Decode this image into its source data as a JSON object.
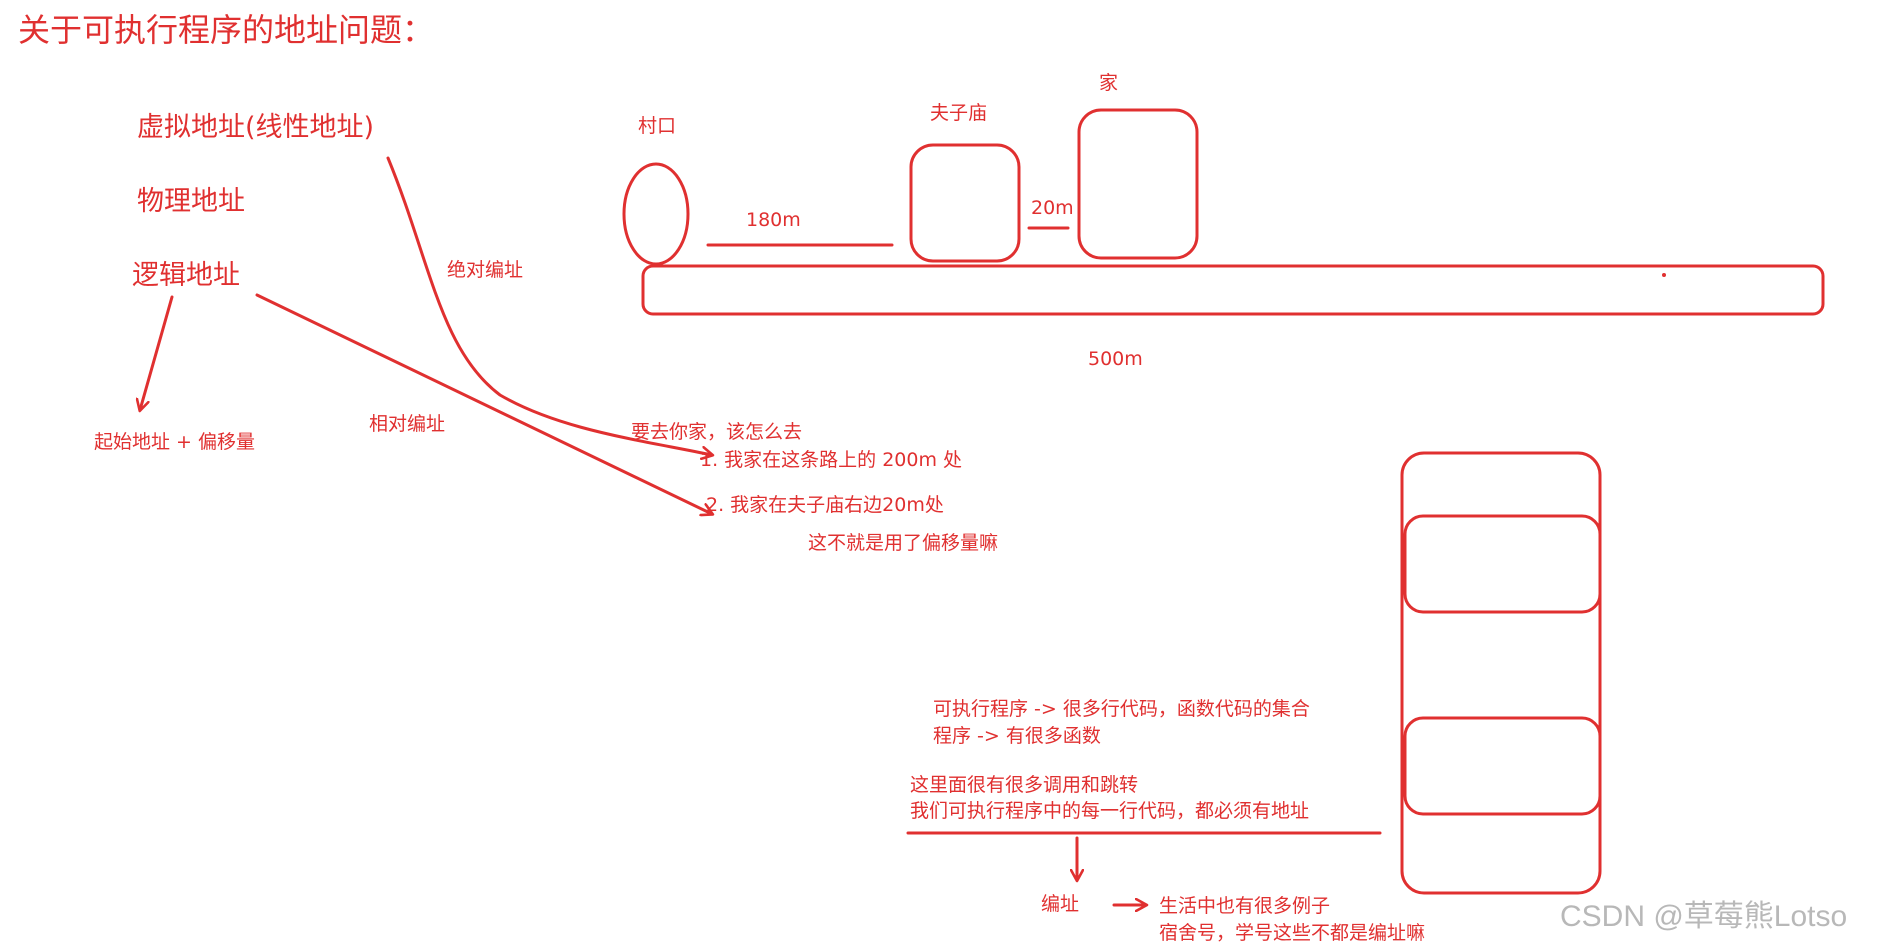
{
  "title": "关于可执行程序的地址问题：",
  "address_types": {
    "virtual": "虚拟地址(线性地址)",
    "physical": "物理地址",
    "logical": "逻辑地址"
  },
  "logical_result": "起始地址 + 偏移量",
  "absolute_label": "绝对编址",
  "relative_label": "相对编址",
  "road": {
    "village": "村口",
    "temple": "夫子庙",
    "home": "家",
    "dist_village_temple": "180m",
    "dist_temple_home": "20m",
    "total": "500m"
  },
  "question": {
    "prompt": "要去你家，该怎么去",
    "option1": "1. 我家在这条路上的 200m 处",
    "option2": "2. 我家在夫子庙右边20m处",
    "remark": "这不就是用了偏移量嘛"
  },
  "program_notes": {
    "line1": "可执行程序 -> 很多行代码，函数代码的集合",
    "line2": "程序 -> 有很多函数",
    "line3": "这里面很有很多调用和跳转",
    "line4": "我们可执行程序中的每一行代码，都必须有地址"
  },
  "addressing": {
    "label": "编址",
    "example1": "生活中也有很多例子",
    "example2": "宿舍号，学号这些不都是编址嘛"
  },
  "watermark": "CSDN @草莓熊Lotso"
}
